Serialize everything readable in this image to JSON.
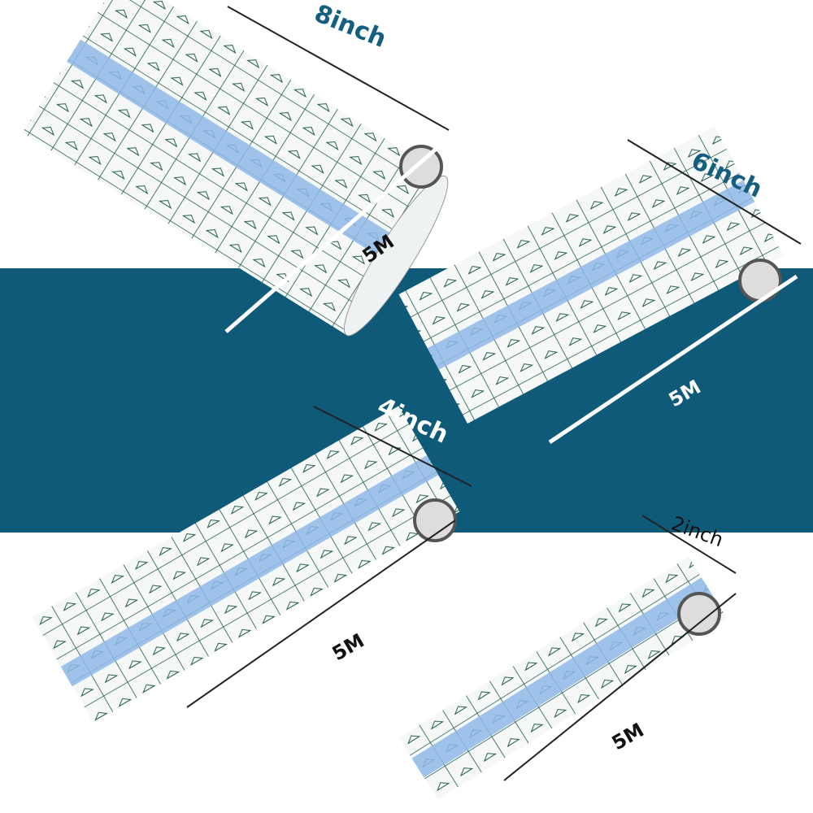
{
  "colors": {
    "band": "#0e5a78",
    "label_accent": "#145e80",
    "stripe": "#8fb8e8",
    "grid": "#1f5a48"
  },
  "rolls": [
    {
      "width_label": "8inch",
      "length_label": "5M"
    },
    {
      "width_label": "6inch",
      "length_label": "5M"
    },
    {
      "width_label": "4inch",
      "length_label": "5M"
    },
    {
      "width_label": "2inch",
      "length_label": "5M"
    }
  ]
}
